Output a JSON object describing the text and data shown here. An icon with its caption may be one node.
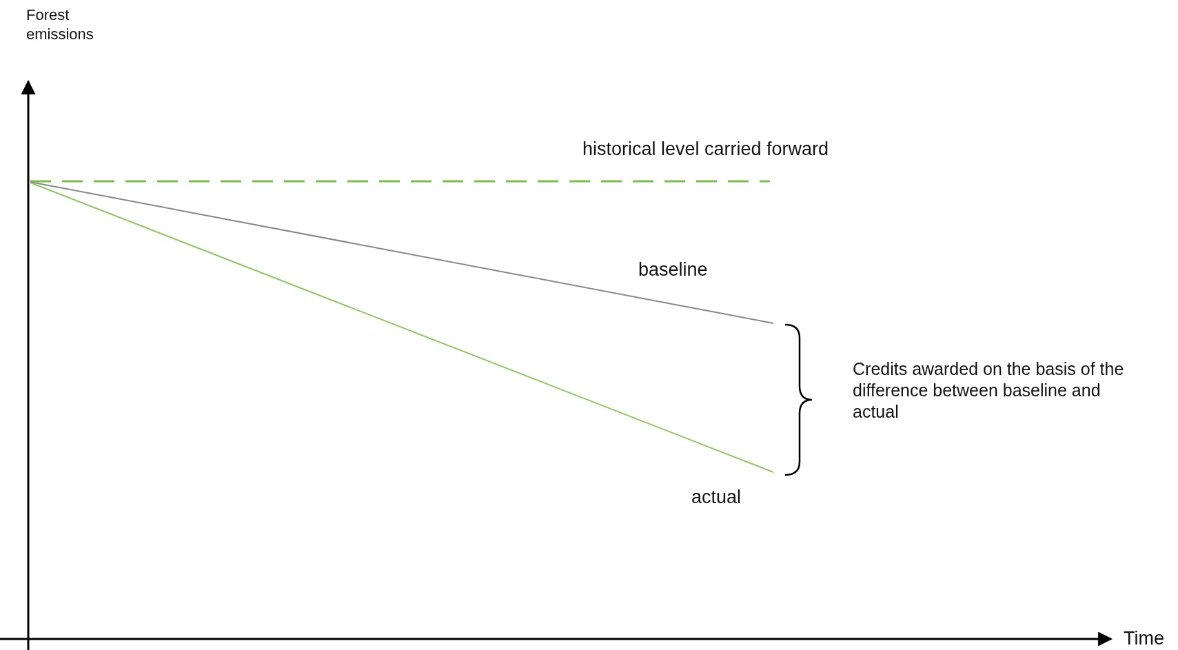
{
  "diagram": {
    "labels": [
      "Forest emissions",
      "historical level carried forward",
      "baseline",
      "Credits awarded on the basis of the difference between baseline and actual",
      "actual",
      "Time"
    ]
  }
}
